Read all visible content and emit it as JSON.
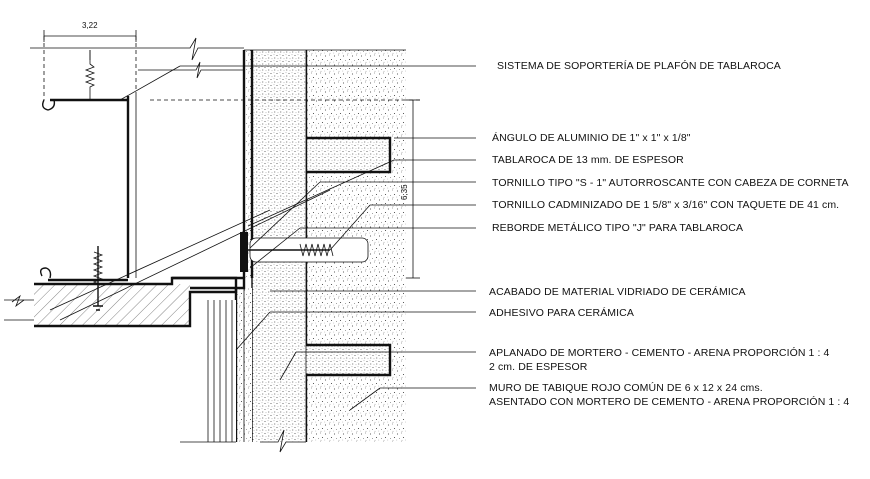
{
  "dimensions": {
    "top_width": "3,22",
    "vertical_height": "6,35"
  },
  "labels": [
    {
      "id": "sistema",
      "text": "SISTEMA DE SOPORTERÍA DE PLAFÓN DE TABLAROCA"
    },
    {
      "id": "angulo",
      "text": "ÁNGULO DE ALUMINIO DE 1\" x 1\" x 1/8\""
    },
    {
      "id": "tablaroca",
      "text": "TABLAROCA DE 13 mm. DE ESPESOR"
    },
    {
      "id": "tornillo-s",
      "text": "TORNILLO TIPO \"S - 1\" AUTORROSCANTE CON CABEZA DE CORNETA"
    },
    {
      "id": "tornillo-cad",
      "text": "TORNILLO CADMINIZADO DE 1 5/8\" x 3/16\" CON TAQUETE DE 41 cm."
    },
    {
      "id": "reborde",
      "text": "REBORDE METÁLICO TIPO \"J\" PARA TABLAROCA"
    },
    {
      "id": "acabado",
      "text": "ACABADO DE MATERIAL VIDRIADO DE CERÁMICA"
    },
    {
      "id": "adhesivo",
      "text": "ADHESIVO PARA CERÁMICA"
    },
    {
      "id": "aplanado-1",
      "text": "APLANADO DE MORTERO - CEMENTO - ARENA PROPORCIÓN 1 : 4"
    },
    {
      "id": "aplanado-2",
      "text": "2 cm. DE ESPESOR"
    },
    {
      "id": "muro-1",
      "text": "MURO DE TABIQUE ROJO COMÚN DE 6 x 12 x 24 cms."
    },
    {
      "id": "muro-2",
      "text": "ASENTADO CON MORTERO DE CEMENTO - ARENA PROPORCIÓN 1 : 4"
    }
  ]
}
